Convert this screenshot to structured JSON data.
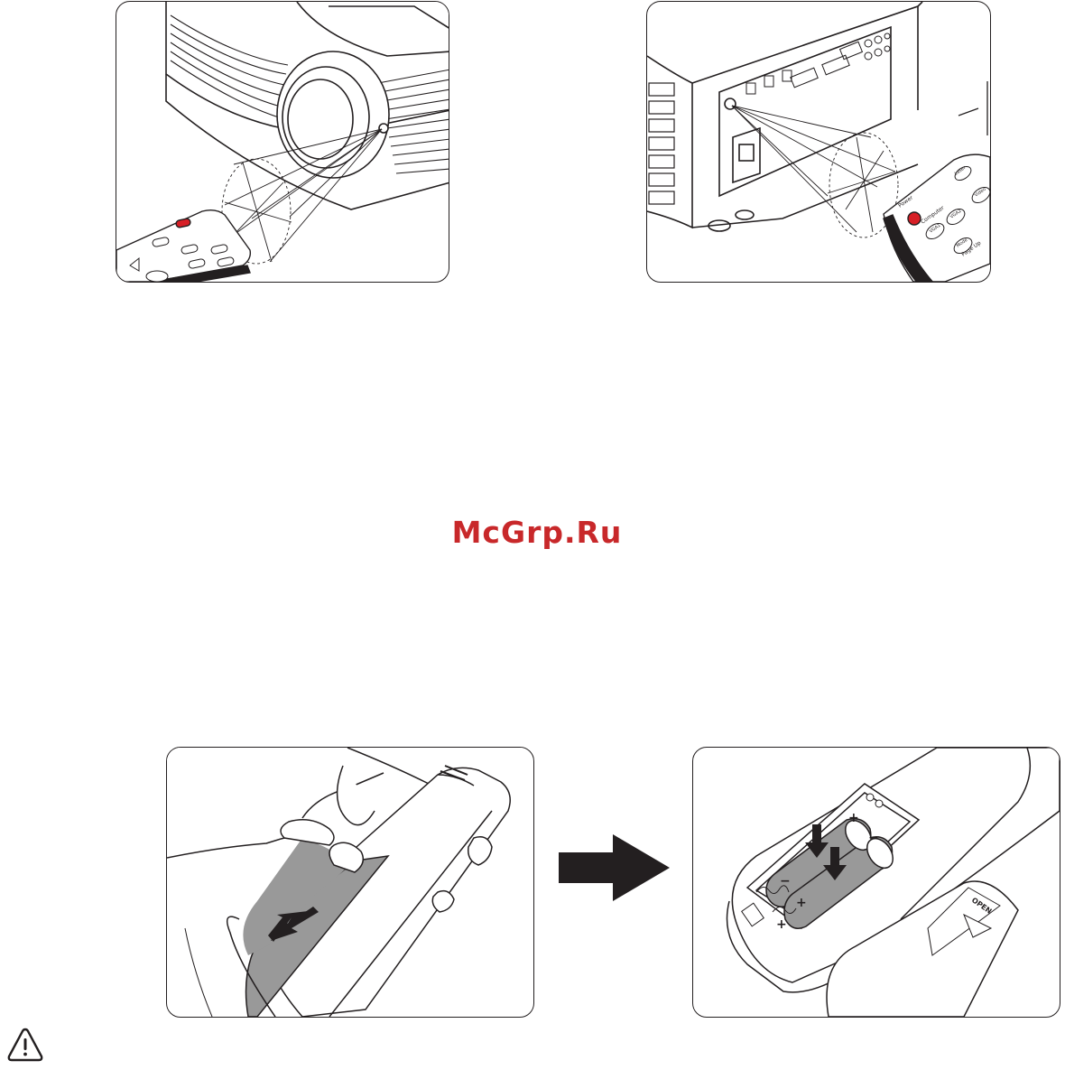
{
  "watermark": {
    "text": "McGrp.Ru",
    "color": "#c8282a"
  },
  "remote_front": {
    "buttons": [
      "Power",
      "Computer",
      "VGA1",
      "VGA2",
      "Video",
      "Laser",
      "Mode",
      "Page Up"
    ]
  },
  "battery_cover": {
    "label": "OPEN"
  },
  "battery_marks": {
    "plus": "+",
    "minus": "−"
  },
  "icons": {
    "warning": "warning-triangle-icon",
    "direction": "arrow-right-icon"
  },
  "colors": {
    "line": "#231f20",
    "power": "#d71f26",
    "shade": "#999999"
  }
}
